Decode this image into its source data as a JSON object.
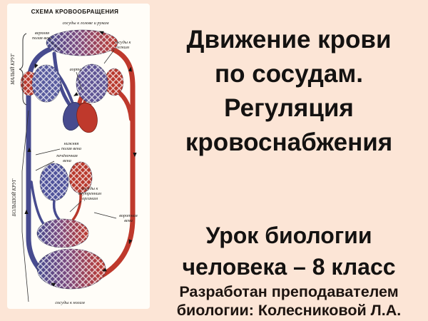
{
  "slide": {
    "background": "#fce5d6",
    "panel_background": "#fffdf8",
    "text_color": "#141211",
    "title_lines": [
      "Движение крови",
      "по сосудам.",
      "Регуляция",
      "кровоснабжения"
    ],
    "subtitle_lines": [
      "Урок биологии",
      "человека – 8 класс"
    ],
    "credit_lines": [
      "Разработан преподавателем",
      "биологии: Колесниковой Л.А."
    ]
  },
  "diagram": {
    "title": "СХЕМА КРОВООБРАЩЕНИЯ",
    "colors": {
      "vein": "#474b8f",
      "artery": "#bf392c"
    },
    "labels": {
      "head": "сосуды к голове и рукам",
      "svc_l1": "верхняя",
      "svc_l2": "полая вена",
      "lungs_l1": "сосуды к",
      "lungs_l2": "легким",
      "aorta": "аорта",
      "ivc_l1": "нижняя",
      "ivc_l2": "полая вена",
      "hepatic_l1": "печёночная",
      "hepatic_l2": "вена",
      "organs_l1": "сосуды к",
      "organs_l2": "внутренним",
      "organs_l3": "органам",
      "portal_l1": "воротная",
      "portal_l2": "вена",
      "legs": "сосуды к ногам",
      "small_circuit": "МАЛЫЙ КРУГ",
      "big_circuit": "БОЛЬШОЙ КРУГ"
    }
  }
}
